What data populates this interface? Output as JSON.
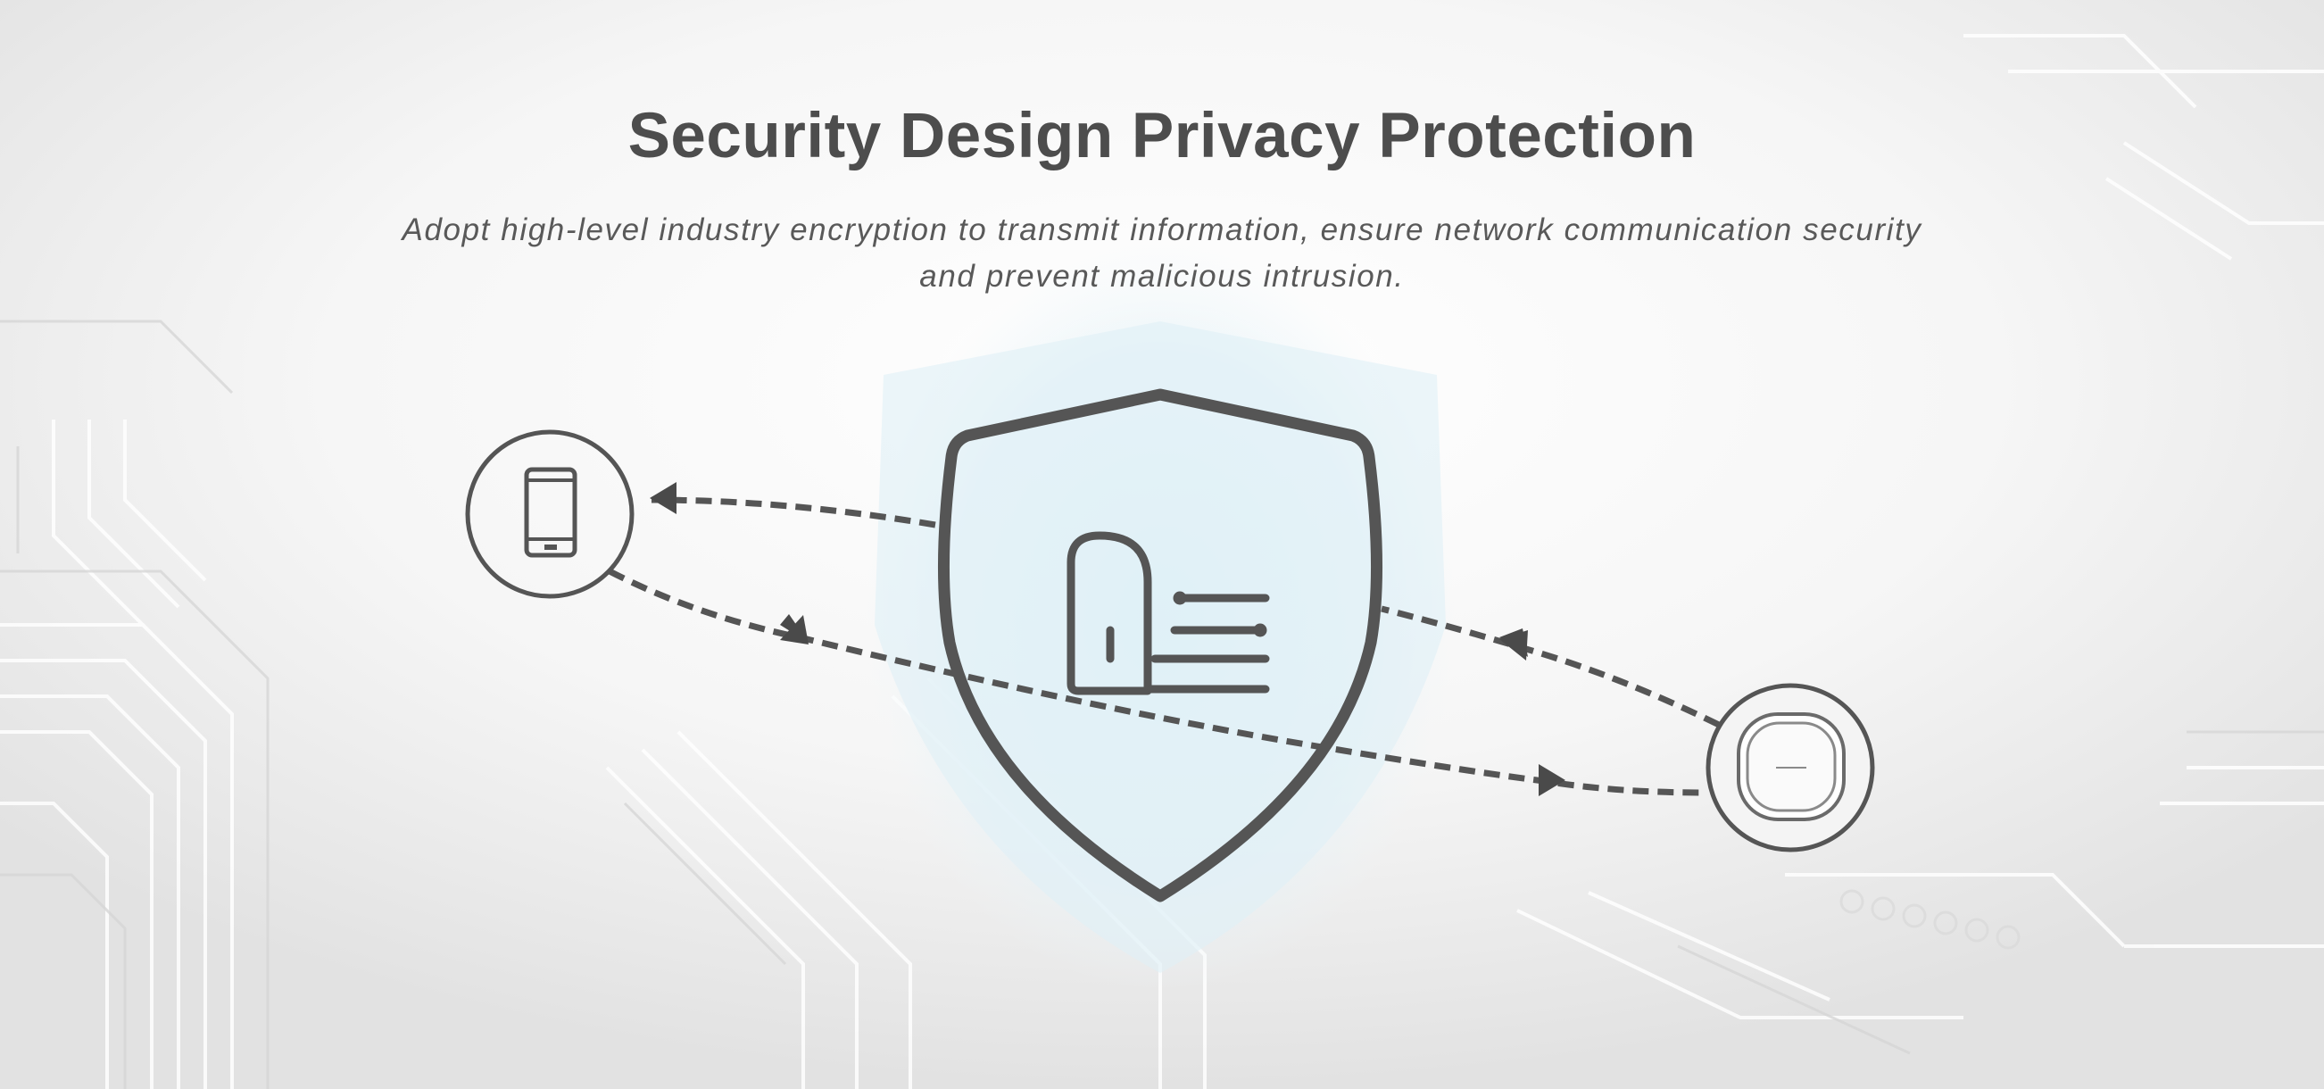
{
  "heading": {
    "title": "Security Design Privacy Protection",
    "subtitle_line1": "Adopt high-level industry encryption to transmit information, ensure network communication security",
    "subtitle_line2": "and prevent malicious intrusion."
  },
  "diagram": {
    "left_device_icon": "smartphone-icon",
    "center_icon": "shield-lock-icon",
    "right_device_icon": "wireless-access-point-icon",
    "line_color": "#555555",
    "shield_glow_color": "#d6eef6"
  },
  "colors": {
    "title": "#4d4d4d",
    "subtitle": "#595959",
    "icon_stroke": "#555555",
    "background": "#ececec"
  }
}
